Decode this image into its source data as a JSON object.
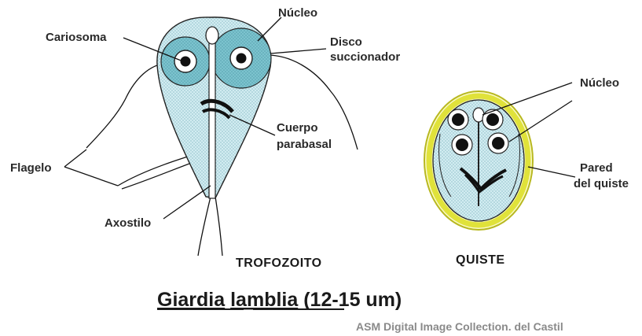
{
  "labels": {
    "nucleo_trofozoito": "Núcleo",
    "cariosoma": "Cariosoma",
    "disco_line1": "Disco",
    "disco_line2": "succionador",
    "cuerpo_line1": "Cuerpo",
    "cuerpo_line2": "parabasal",
    "flagelo": "Flagelo",
    "axostilo": "Axostilo",
    "nucleo_quiste": "Núcleo",
    "pared_line1": "Pared",
    "pared_line2": "del quiste"
  },
  "captions": {
    "trofozoito": "TROFOZOITO",
    "quiste": "QUISTE"
  },
  "title": {
    "genus": "Giardia",
    "species": "lamblia",
    "size": "(12-15 um)"
  },
  "credit": "ASM Digital Image Collection. del Castil",
  "colors": {
    "body_fill": "#d2ecf1",
    "disc_fill": "#7cc3ce",
    "cyst_wall": "#e0e23a",
    "ink": "#111111"
  }
}
